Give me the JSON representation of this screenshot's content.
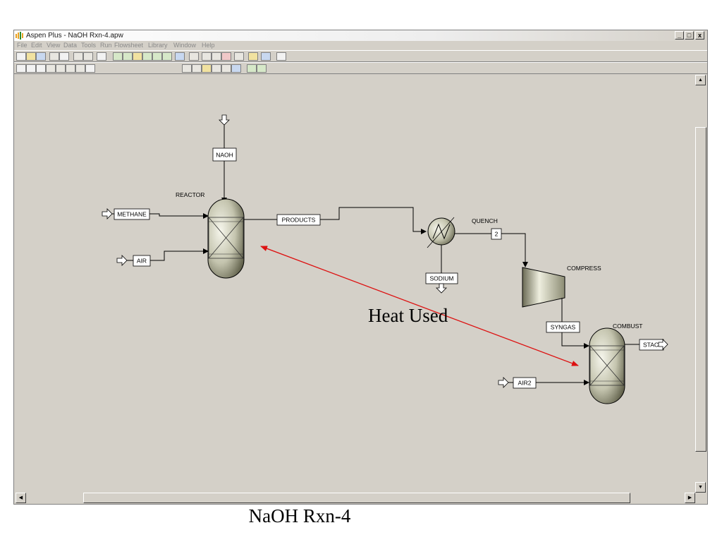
{
  "window": {
    "title": "Aspen Plus - NaOH Rxn-4.apw"
  },
  "menu": [
    "File",
    "Edit",
    "View",
    "Data",
    "Tools",
    "Run",
    "Flowsheet",
    "Library",
    "Window",
    "Help"
  ],
  "window_buttons": {
    "minimize": "_",
    "maximize": "□",
    "close": "x"
  },
  "flowsheet": {
    "blocks": {
      "reactor": "REACTOR",
      "quench": "QUENCH",
      "compress": "COMPRESS",
      "combust": "COMBUST"
    },
    "streams": {
      "naoh": "NAOH",
      "methane": "METHANE",
      "air": "AIR",
      "products": "PRODUCTS",
      "s2": "2",
      "sodium": "SODIUM",
      "syngas": "SYNGAS",
      "air2": "AIR2",
      "stack": "STAC"
    },
    "annotation": "Heat Used",
    "annotation_color": "#dd1111"
  },
  "slide_caption": "NaOH Rxn-4"
}
